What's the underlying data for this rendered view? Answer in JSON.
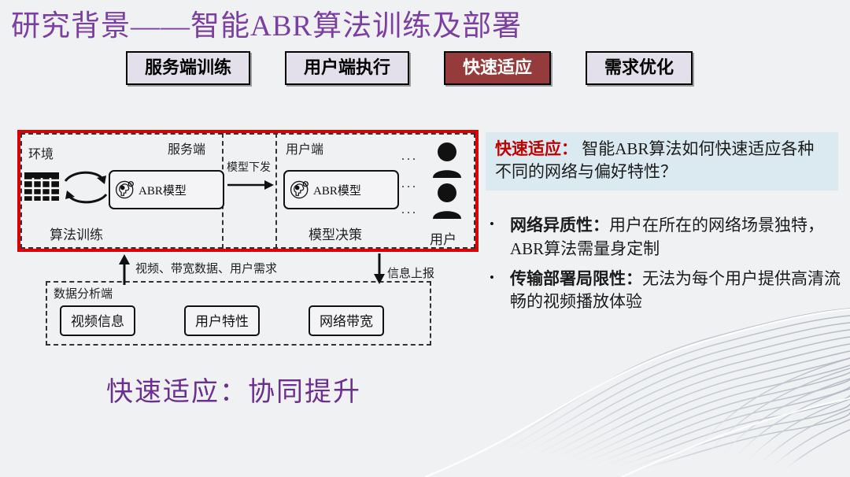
{
  "slide": {
    "title": "研究背景——智能ABR算法训练及部署",
    "title_color": "#7b3fa2",
    "background_color": "#f0f1f3",
    "footer_line": "快速适应：协同提升"
  },
  "chips": [
    {
      "label": "服务端训练",
      "active": false
    },
    {
      "label": "用户端执行",
      "active": false
    },
    {
      "label": "快速适应",
      "active": true
    },
    {
      "label": "需求优化",
      "active": false
    }
  ],
  "chip_colors": {
    "inactive_bg": "#e3dfeb",
    "active_bg": "#963b3b",
    "border": "#000000"
  },
  "diagram": {
    "highlight_border_color": "#dd0000",
    "zones": {
      "environment_label": "环境",
      "server_label": "服务端",
      "client_label": "用户端",
      "training_caption": "算法训练",
      "decision_caption": "模型决策",
      "users_caption": "用户"
    },
    "model_box_server": "ABR模型",
    "model_box_client": "ABR模型",
    "arrow_label_deploy": "模型下发",
    "arrow_label_up": "视频、带宽数据、用户需求",
    "arrow_label_report": "信息上报",
    "dots": [
      "...",
      "...",
      "..."
    ],
    "analytics": {
      "title": "数据分析端",
      "boxes": [
        "视频信息",
        "用户特性",
        "网络带宽"
      ]
    }
  },
  "callout": {
    "lead": "快速适应：",
    "text": " 智能ABR算法如何快速适应各种不同的网络与偏好特性？",
    "bg_color": "#daeaf0",
    "lead_color": "#c00000"
  },
  "bullets": [
    {
      "marker": "•",
      "lead": "网络异质性：",
      "text": "用户在所在的网络场景独特，ABR算法需量身定制"
    },
    {
      "marker": "•",
      "lead": "传输部署局限性：",
      "text": "无法为每个用户提供高清流畅的视频播放体验"
    }
  ]
}
